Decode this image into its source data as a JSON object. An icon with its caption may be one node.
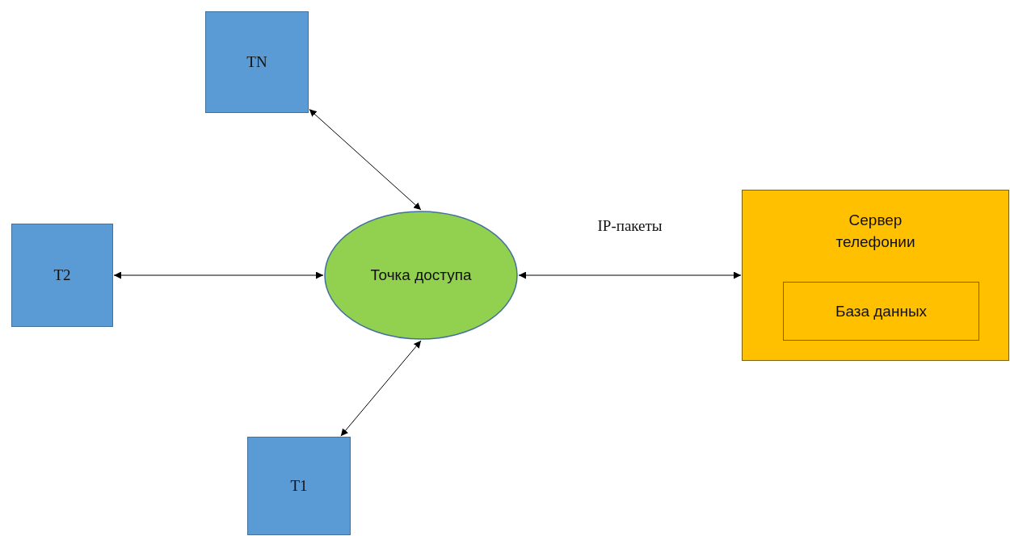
{
  "diagram": {
    "nodes": [
      {
        "text": [
          "TN"
        ]
      },
      {
        "text": [
          "T2"
        ]
      },
      {
        "text": [
          "Точка доступа"
        ]
      },
      {
        "text": [
          "Сервер телефонии"
        ]
      },
      {
        "text": [
          "База данных"
        ],
        "in": 3
      },
      {
        "text": [
          "T1"
        ]
      }
    ],
    "edges": [
      {
        "from": 0,
        "to": 2,
        "arrow": "both"
      },
      {
        "from": 1,
        "to": 2,
        "arrow": "both"
      },
      {
        "from": 5,
        "to": 2,
        "arrow": "both"
      },
      {
        "from": 2,
        "to": 3,
        "arrow": "both",
        "label": "IP-пакеты"
      }
    ]
  }
}
